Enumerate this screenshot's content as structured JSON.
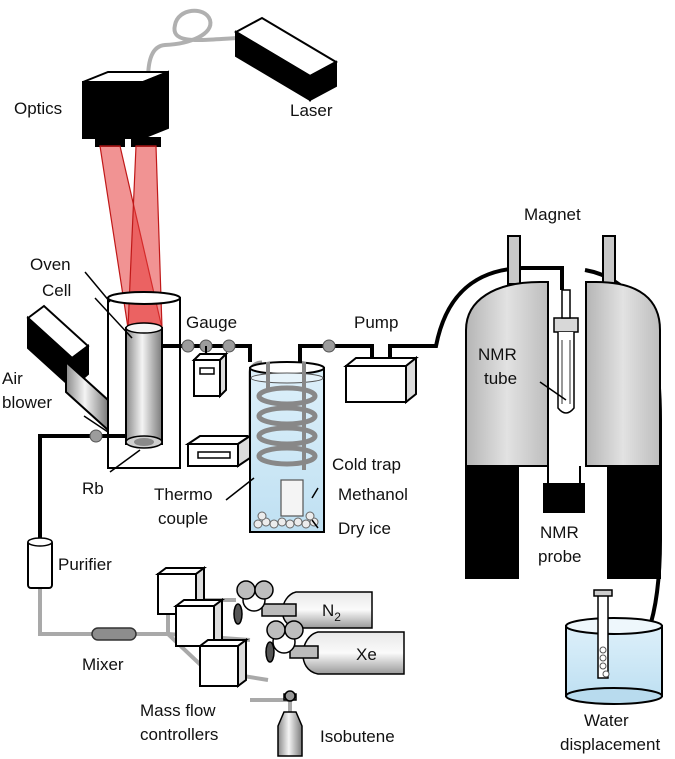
{
  "labels": {
    "optics": "Optics",
    "laser": "Laser",
    "magnet": "Magnet",
    "oven": "Oven",
    "cell": "Cell",
    "gauge": "Gauge",
    "pump": "Pump",
    "air_blower_1": "Air",
    "air_blower_2": "blower",
    "nmr_tube_1": "NMR",
    "nmr_tube_2": "tube",
    "rb": "Rb",
    "thermo_1": "Thermo",
    "thermo_2": "couple",
    "cold_trap": "Cold trap",
    "methanol": "Methanol",
    "dry_ice": "Dry ice",
    "nmr_probe_1": "NMR",
    "nmr_probe_2": "probe",
    "purifier": "Purifier",
    "n2_main": "N",
    "n2_sub": "2",
    "xe": "Xe",
    "mixer": "Mixer",
    "mfc_1": "Mass flow",
    "mfc_2": "controllers",
    "isobutene": "Isobutene",
    "water_1": "Water",
    "water_2": "displacement"
  },
  "colors": {
    "laser_beam": "#e53b3b",
    "tube_gray": "#a9a9a9",
    "water_blue": "#cfe8f6"
  }
}
